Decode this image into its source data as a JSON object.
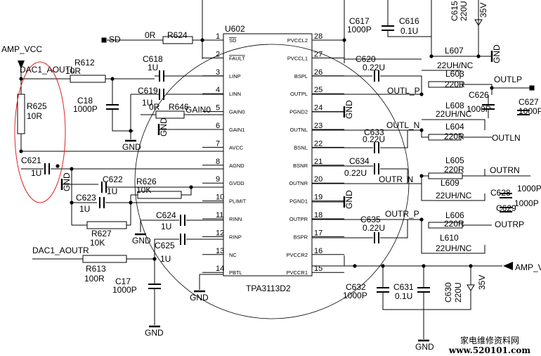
{
  "ic": {
    "ref": "U602",
    "part": "TPA3113D2",
    "pins_left": [
      {
        "n": "1",
        "name": "SD"
      },
      {
        "n": "2",
        "name": "FAULT"
      },
      {
        "n": "3",
        "name": "LINP"
      },
      {
        "n": "4",
        "name": "LINN"
      },
      {
        "n": "5",
        "name": "GAIN0"
      },
      {
        "n": "6",
        "name": "GAIN1"
      },
      {
        "n": "7",
        "name": "AVCC"
      },
      {
        "n": "8",
        "name": "AGND"
      },
      {
        "n": "9",
        "name": "GVDD"
      },
      {
        "n": "10",
        "name": "PLIMIT"
      },
      {
        "n": "11",
        "name": "RINN"
      },
      {
        "n": "12",
        "name": "RINP"
      },
      {
        "n": "13",
        "name": "NC"
      },
      {
        "n": "14",
        "name": "PBTL"
      }
    ],
    "pins_right": [
      {
        "n": "28",
        "name": "PVCCL2"
      },
      {
        "n": "27",
        "name": "PVCCL1"
      },
      {
        "n": "26",
        "name": "BSPL"
      },
      {
        "n": "25",
        "name": "OUTPL"
      },
      {
        "n": "24",
        "name": "PGND2"
      },
      {
        "n": "23",
        "name": "OUTNL"
      },
      {
        "n": "22",
        "name": "BSNL"
      },
      {
        "n": "21",
        "name": "BSNR"
      },
      {
        "n": "20",
        "name": "OUTNR"
      },
      {
        "n": "19",
        "name": "PGND1"
      },
      {
        "n": "18",
        "name": "OUTPR"
      },
      {
        "n": "17",
        "name": "BSPR"
      },
      {
        "n": "16",
        "name": "PVCCR2"
      },
      {
        "n": "15",
        "name": "PVCCR1"
      }
    ]
  },
  "labels": {
    "amp_vcc_left": "AMP_VCC",
    "amp_vcc_right": "AMP_V",
    "dac_l": "DAC1_AOUTL",
    "dac_r": "DAC1_AOUTR",
    "sd": "SD",
    "gain0": "GAIN0",
    "outlp": "OUTLP",
    "outln": "OUTLN",
    "outrn": "OUTRN",
    "outrp": "OUTRP",
    "outl_p": "OUTL_P",
    "outl_n": "OUTL_N",
    "outr_n": "OUTR_N",
    "outr_p": "OUTR_P",
    "gnd": "GND",
    "v35": "35V"
  },
  "components": {
    "R624": [
      "R624",
      "0R"
    ],
    "R612": [
      "R612",
      "10R"
    ],
    "R625": [
      "R625",
      "10R"
    ],
    "R646": [
      "R646",
      "0R"
    ],
    "R626": [
      "R626",
      "10K"
    ],
    "R627": [
      "R627",
      "10K"
    ],
    "R613": [
      "R613",
      "100R"
    ],
    "C618": [
      "C618",
      "1U"
    ],
    "C619": [
      "C619",
      "1U"
    ],
    "C18": [
      "C18",
      "1000P"
    ],
    "C621": [
      "C621",
      "1U"
    ],
    "C622": [
      "C622",
      "1U"
    ],
    "C623": [
      "C623",
      "1U"
    ],
    "C624": [
      "C624",
      "1U"
    ],
    "C625": [
      "C625",
      "1U"
    ],
    "C17": [
      "C17",
      "1000P"
    ],
    "C617": [
      "C617",
      "1000P"
    ],
    "C616": [
      "C616",
      "0.1U"
    ],
    "C615": [
      "C615",
      "220U"
    ],
    "C620": [
      "C620",
      "0.22U"
    ],
    "C633": [
      "C633",
      "0.22U"
    ],
    "C634": [
      "C634",
      "0.22U"
    ],
    "C635": [
      "C635",
      "0.22U"
    ],
    "C626": [
      "C626",
      "1000P"
    ],
    "C627": [
      "C627",
      "1000P"
    ],
    "C628": [
      "C628",
      "1000P"
    ],
    "C629": [
      "C629",
      "1000P"
    ],
    "C632": [
      "C632",
      "1000P"
    ],
    "C631": [
      "C631",
      "0.1U"
    ],
    "C630": [
      "C630",
      "220U"
    ],
    "L607": [
      "L607",
      "22UH/NC"
    ],
    "L603": [
      "L603",
      "220R"
    ],
    "L608": [
      "L608",
      "22UH/NC"
    ],
    "L604": [
      "L604",
      "220R"
    ],
    "L605": [
      "L605",
      "220R"
    ],
    "L609": [
      "L609",
      "22UH/NC"
    ],
    "L606": [
      "L606",
      "220R"
    ],
    "L610": [
      "L610",
      "22UH/NC"
    ]
  },
  "watermark": {
    "line1": "家电维修资料网",
    "line2": "www.520101.com"
  }
}
